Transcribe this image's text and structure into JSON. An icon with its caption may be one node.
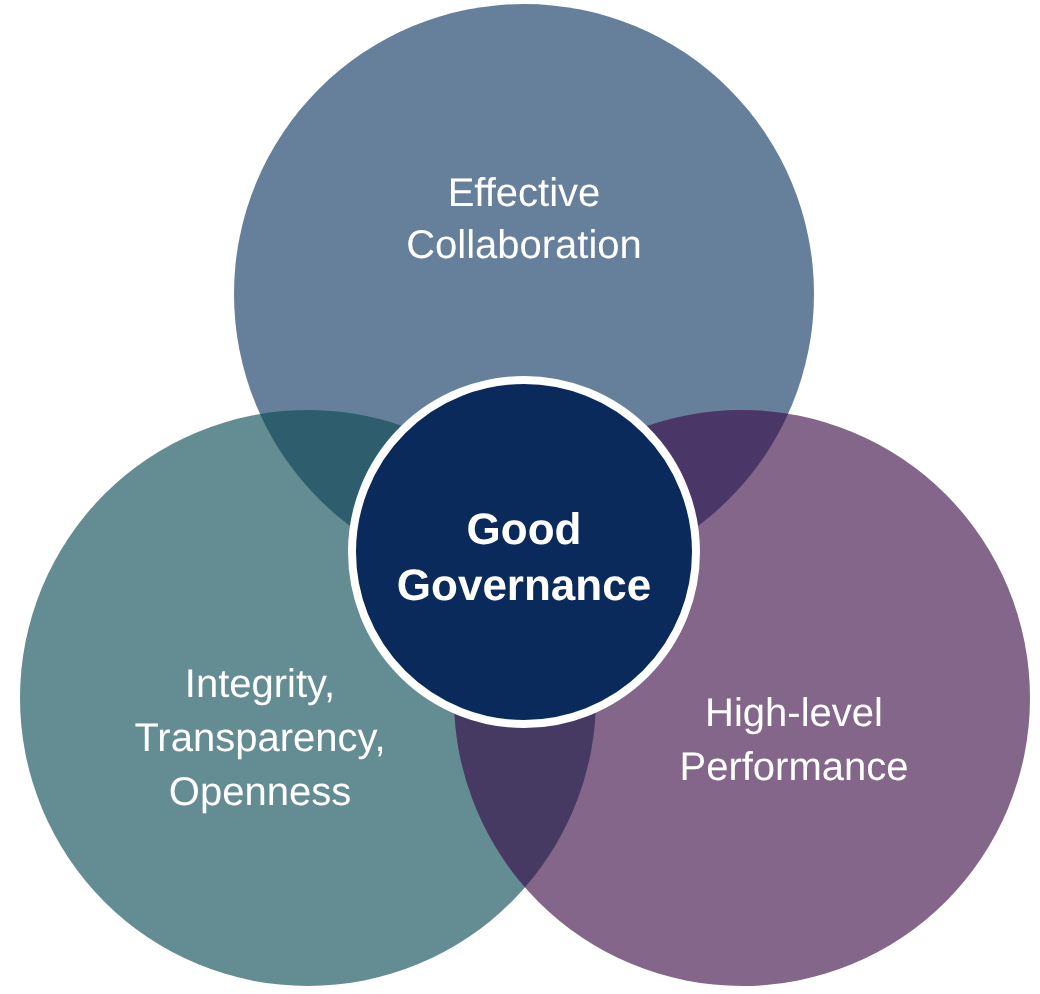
{
  "diagram": {
    "nodes": [
      {
        "text": [
          "Effective Collaboration"
        ]
      },
      {
        "text": [
          "Good Governance"
        ]
      },
      {
        "text": [
          "Integrity, Transparency, Openness"
        ]
      },
      {
        "text": [
          "High-level Performance"
        ]
      }
    ]
  }
}
